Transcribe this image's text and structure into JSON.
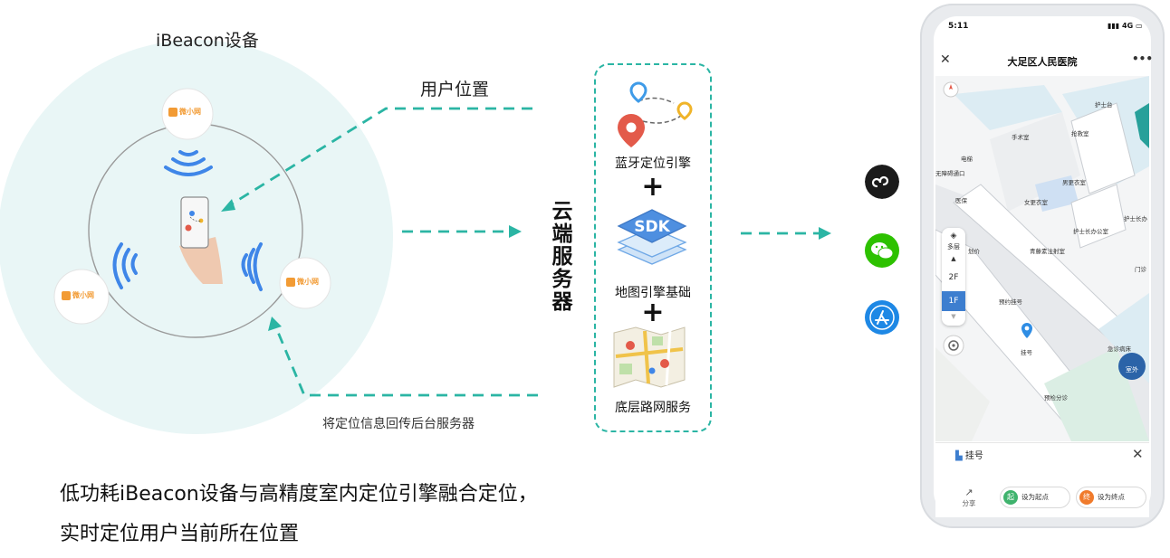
{
  "beacon_title": "iBeacon设备",
  "user_position_label": "用户位置",
  "send_back_label": "将定位信息回传后台服务器",
  "cloud_server_label": [
    "云",
    "端",
    "服",
    "务",
    "器"
  ],
  "engines": {
    "bluetooth": "蓝牙定位引擎",
    "sdk_text": "SDK",
    "map_engine": "地图引擎基础",
    "road_network": "底层路网服务",
    "plus": "+"
  },
  "summary_lines": [
    "低功耗iBeacon设备与高精度室内定位引擎融合定位，",
    "实时定位用户当前所在位置"
  ],
  "beacon_brand_text": "微小网",
  "colors": {
    "accent": "#2bb5a4",
    "signal_blue": "#3f86e8",
    "glow": "#e9f6f6"
  },
  "app_icons": [
    "miniprogram-icon",
    "wechat-icon",
    "app-store-icon"
  ],
  "phone": {
    "time": "5:11",
    "network": "4G",
    "title": "大足区人民医院",
    "floors": [
      "多层",
      "2F",
      "1F"
    ],
    "selected_floor": "1F",
    "map_labels": [
      "护士台",
      "手术室",
      "抢救室",
      "电梯",
      "男更衣室",
      "无障碍通口",
      "女更衣室",
      "医保",
      "护士长办公室",
      "护士长办",
      "划价",
      "青藤素注射室",
      "门诊",
      "预约挂号",
      "挂号",
      "急诊病床",
      "预检分诊"
    ],
    "outdoor_button": "室外",
    "poi": "挂号",
    "share": "分享",
    "set_start_badge": "起",
    "set_start": "设为起点",
    "set_end_badge": "终",
    "set_end": "设为终点"
  }
}
